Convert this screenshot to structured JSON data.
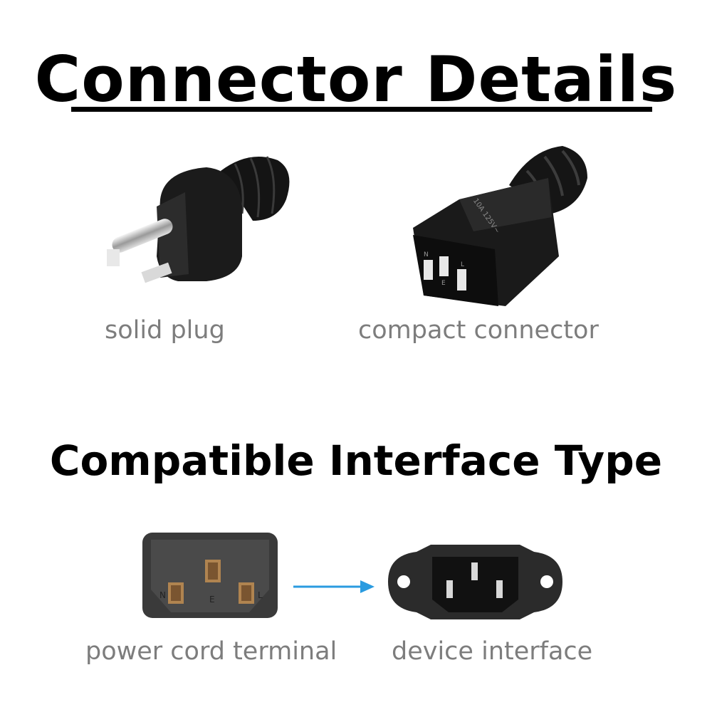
{
  "heading": {
    "title": "Connector Details",
    "subtitle": "Compatible Interface Type"
  },
  "products": {
    "plug_caption": "solid plug",
    "connector_caption": "compact connector",
    "connector_rating_text": "10A 125V~",
    "connector_pin_letters": [
      "N",
      "E",
      "L"
    ]
  },
  "interface": {
    "cord_caption": "power cord terminal",
    "device_caption": "device interface",
    "cord_pin_letters": [
      "N",
      "E",
      "L"
    ],
    "arrow_color": "#2a9be0"
  },
  "icons": [
    "us-plug-illustration",
    "c13-connector-illustration",
    "c13-terminal-illustration",
    "c14-inlet-illustration",
    "arrow-right-icon"
  ]
}
